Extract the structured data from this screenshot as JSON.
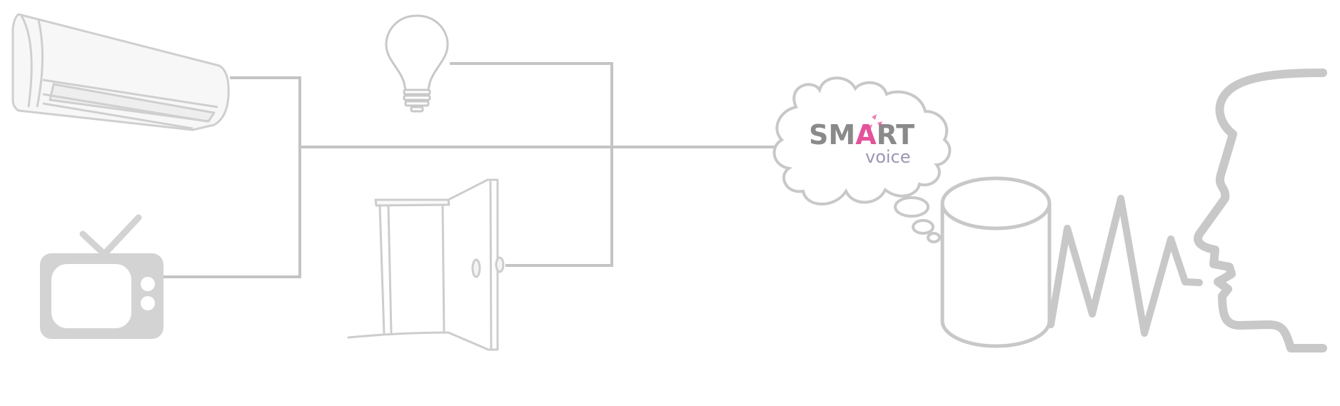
{
  "diagram": {
    "logo": {
      "word_start": "SM",
      "word_accent": "A",
      "word_end": "RT",
      "sub": "voice"
    },
    "colors": {
      "line": "#c4c4c4",
      "icon_fill": "#d3d3d3",
      "logo_text": "#8a8a8a",
      "logo_sub": "#9a96b4",
      "logo_accent": "#e4529a",
      "background": "#ffffff"
    },
    "devices": [
      {
        "name": "air-conditioner",
        "icon": "air-conditioner-icon"
      },
      {
        "name": "light-bulb",
        "icon": "light-bulb-icon"
      },
      {
        "name": "television",
        "icon": "tv-icon"
      },
      {
        "name": "door",
        "icon": "door-icon"
      }
    ],
    "assistant": {
      "icon": "smart-speaker-icon"
    },
    "speaker": {
      "icon": "human-profile-icon"
    },
    "signal": {
      "icon": "voice-wave-icon"
    }
  }
}
